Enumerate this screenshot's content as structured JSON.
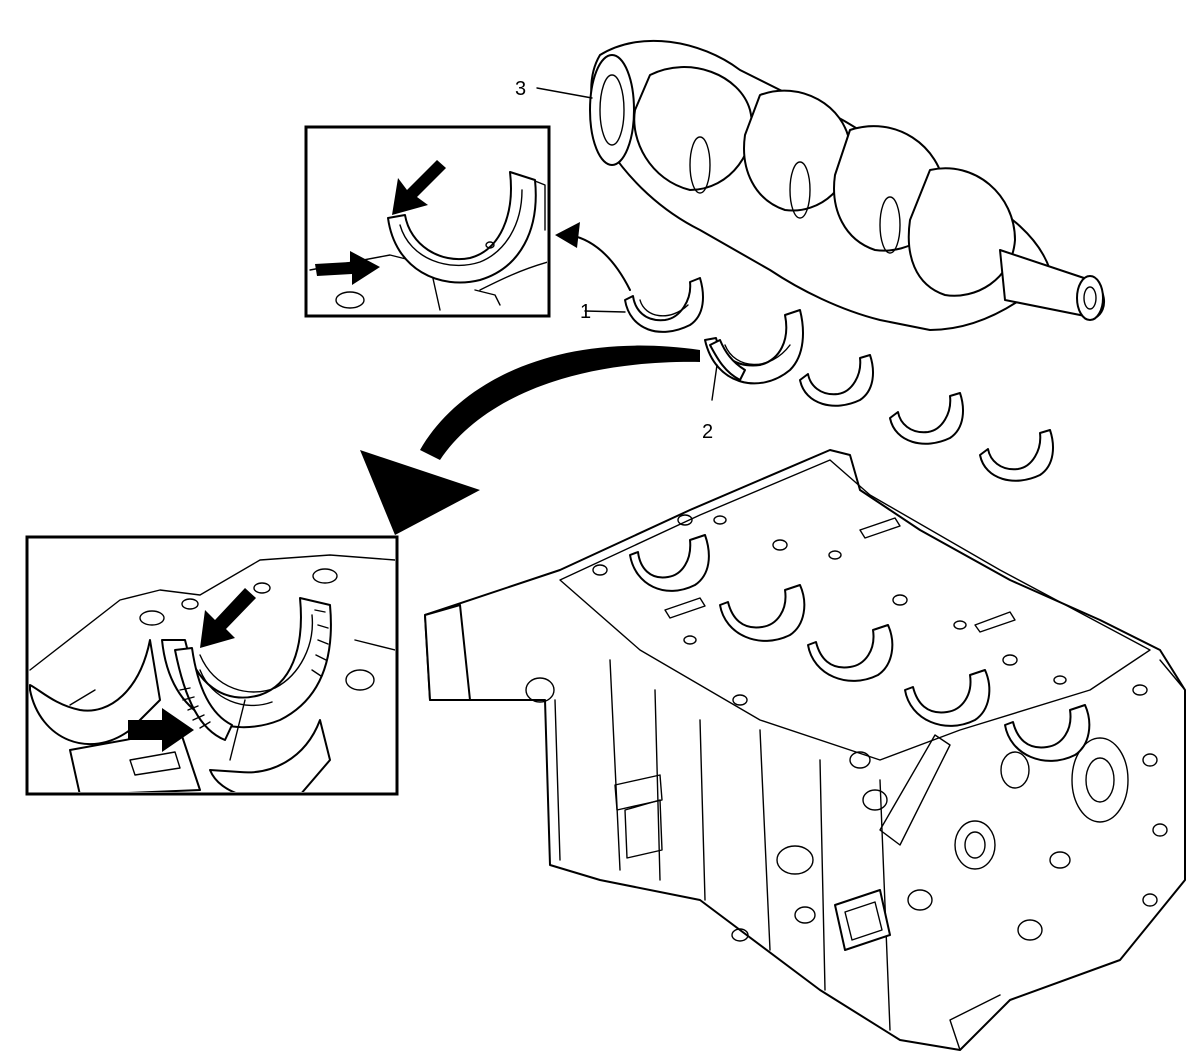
{
  "callouts": {
    "bearing_upper": "1",
    "bearing_thrust": "2",
    "crankshaft": "3"
  },
  "icons": {
    "arrow": "black-arrow-icon",
    "curved_arrow": "curved-arrow-icon"
  },
  "colors": {
    "line": "#000000",
    "background": "#ffffff"
  }
}
